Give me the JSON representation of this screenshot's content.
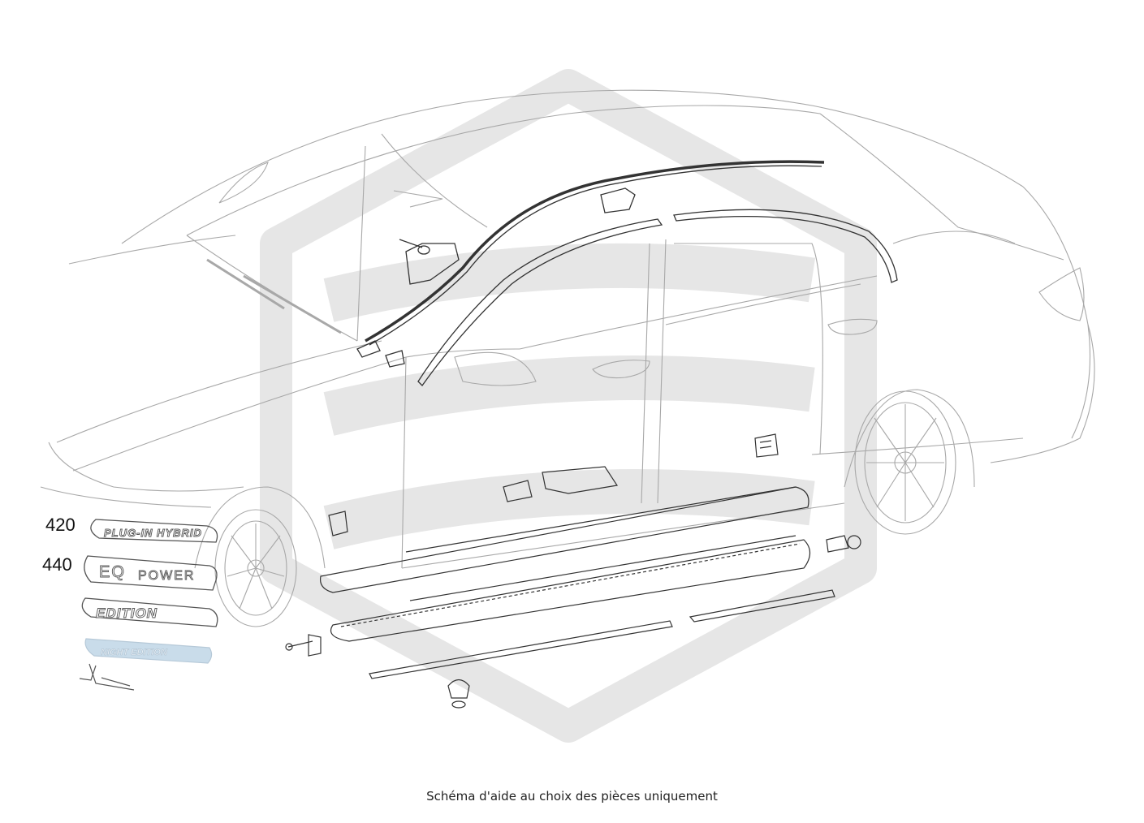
{
  "callouts": [
    {
      "number": "420"
    },
    {
      "number": "440"
    }
  ],
  "badges": {
    "plug_in_hybrid": "PLUG-IN HYBRID",
    "eq_power_prefix": "EQ",
    "eq_power_suffix": "POWER",
    "edition": "EDITION",
    "night_edition": "NIGHT EDITION"
  },
  "colors": {
    "line": "#9a9a9a",
    "part_line": "#333333",
    "watermark": "#e6e6e6",
    "night_edition_badge": "#c9dcea"
  },
  "caption": "Schéma d'aide au choix des pièces uniquement"
}
